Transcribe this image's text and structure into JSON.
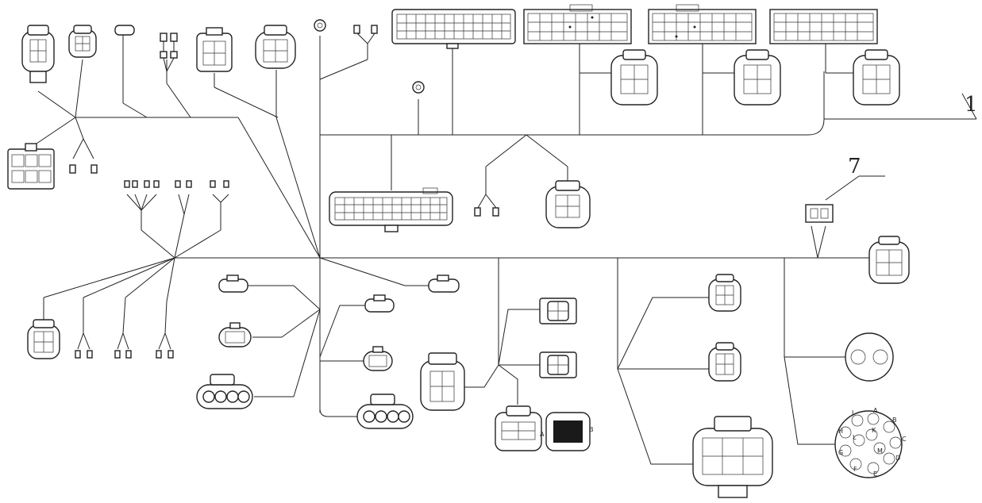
{
  "callouts": {
    "one": "1",
    "seven": "7"
  },
  "connector_labels": {
    "a": "A",
    "b": "B"
  },
  "pins": [
    "A",
    "B",
    "C",
    "D",
    "E",
    "F",
    "G",
    "H",
    "J",
    "K",
    "L",
    "M"
  ],
  "colors": {
    "line": "#222222",
    "background": "#ffffff",
    "fill_dark": "#1a1a1a"
  }
}
